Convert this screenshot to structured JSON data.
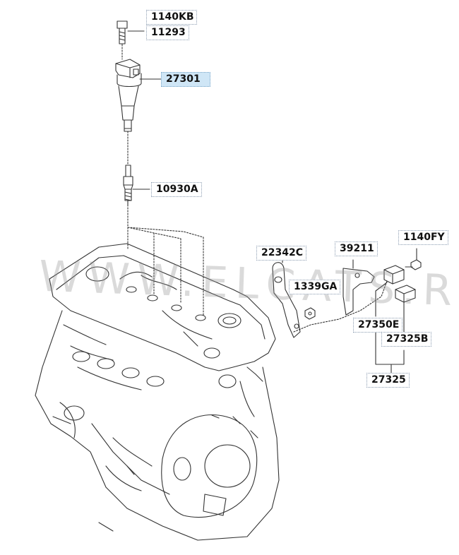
{
  "watermark": "WWW.ELCATS.RU",
  "labels": {
    "p1140kb": "1140KB",
    "p11293": "11293",
    "p27301": "27301",
    "p10930a": "10930A",
    "p22342c": "22342C",
    "p39211": "39211",
    "p1140fy": "1140FY",
    "p1339ga": "1339GA",
    "p27350e": "27350E",
    "p27325b": "27325B",
    "p27325": "27325"
  },
  "selected_part": "27301",
  "colors": {
    "line": "#333333",
    "selected_bg": "#cfe6f6",
    "label_border": "#8a9bb0"
  }
}
